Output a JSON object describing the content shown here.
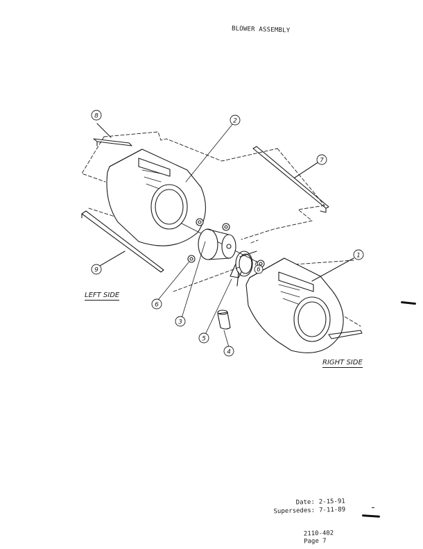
{
  "document": {
    "title": "BLOWER ASSEMBLY"
  },
  "diagram": {
    "callouts": [
      {
        "id": "callout-8",
        "number": "8"
      },
      {
        "id": "callout-2",
        "number": "2"
      },
      {
        "id": "callout-7",
        "number": "7"
      },
      {
        "id": "callout-1",
        "number": "1"
      },
      {
        "id": "callout-9",
        "number": "9"
      },
      {
        "id": "callout-6",
        "number": "6"
      },
      {
        "id": "callout-6b",
        "number": "6"
      },
      {
        "id": "callout-3",
        "number": "3"
      },
      {
        "id": "callout-5",
        "number": "5"
      },
      {
        "id": "callout-4",
        "number": "4"
      }
    ],
    "labels": {
      "left_side": "LEFT SIDE",
      "right_side": "RIGHT SIDE"
    }
  },
  "footer": {
    "date_label": "Date:",
    "date_value": "2-15-91",
    "supersedes_label": "Supersedes:",
    "supersedes_value": "7-11-89",
    "doc_number": "2110-402",
    "page": "Page 7"
  }
}
